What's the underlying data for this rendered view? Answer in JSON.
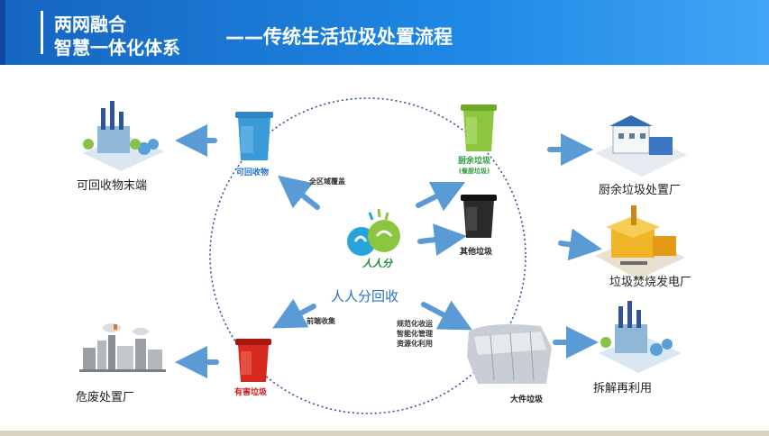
{
  "header": {
    "line1": "两网融合",
    "line2": "智慧一体化体系",
    "subtitle": "——传统生活垃圾处置流程",
    "gradient_start": "#1565c0",
    "gradient_end": "#42a5f5"
  },
  "center": {
    "logo_text": "人人分",
    "label": "人人分回收"
  },
  "bins": {
    "recyclable": "可回收物",
    "kitchen_line1": "厨余垃圾",
    "kitchen_line2": "(餐厨垃圾)",
    "other": "其他垃圾",
    "hazardous": "有害垃圾",
    "bulky": "大件垃圾"
  },
  "flow_labels": {
    "coverage": "全区域覆盖",
    "front_collection": "前端收集",
    "process_line1": "规范化收运",
    "process_line2": "智能化管理",
    "process_line3": "资源化利用"
  },
  "destinations": {
    "recyclable_end": "可回收物末端",
    "kitchen_plant": "厨余垃圾处置厂",
    "incineration_plant": "垃圾焚烧发电厂",
    "hazardous_plant": "危废处置厂",
    "dismantle": "拆解再利用"
  },
  "colors": {
    "arrow": "#5b9bd5",
    "circle": "#2f5597",
    "recyclable_bin": "#3a9bd8",
    "kitchen_bin": "#8cc63f",
    "other_bin": "#2b2b2b",
    "hazardous_bin": "#d62a1e",
    "bulky_bin": "#c9ced4"
  }
}
